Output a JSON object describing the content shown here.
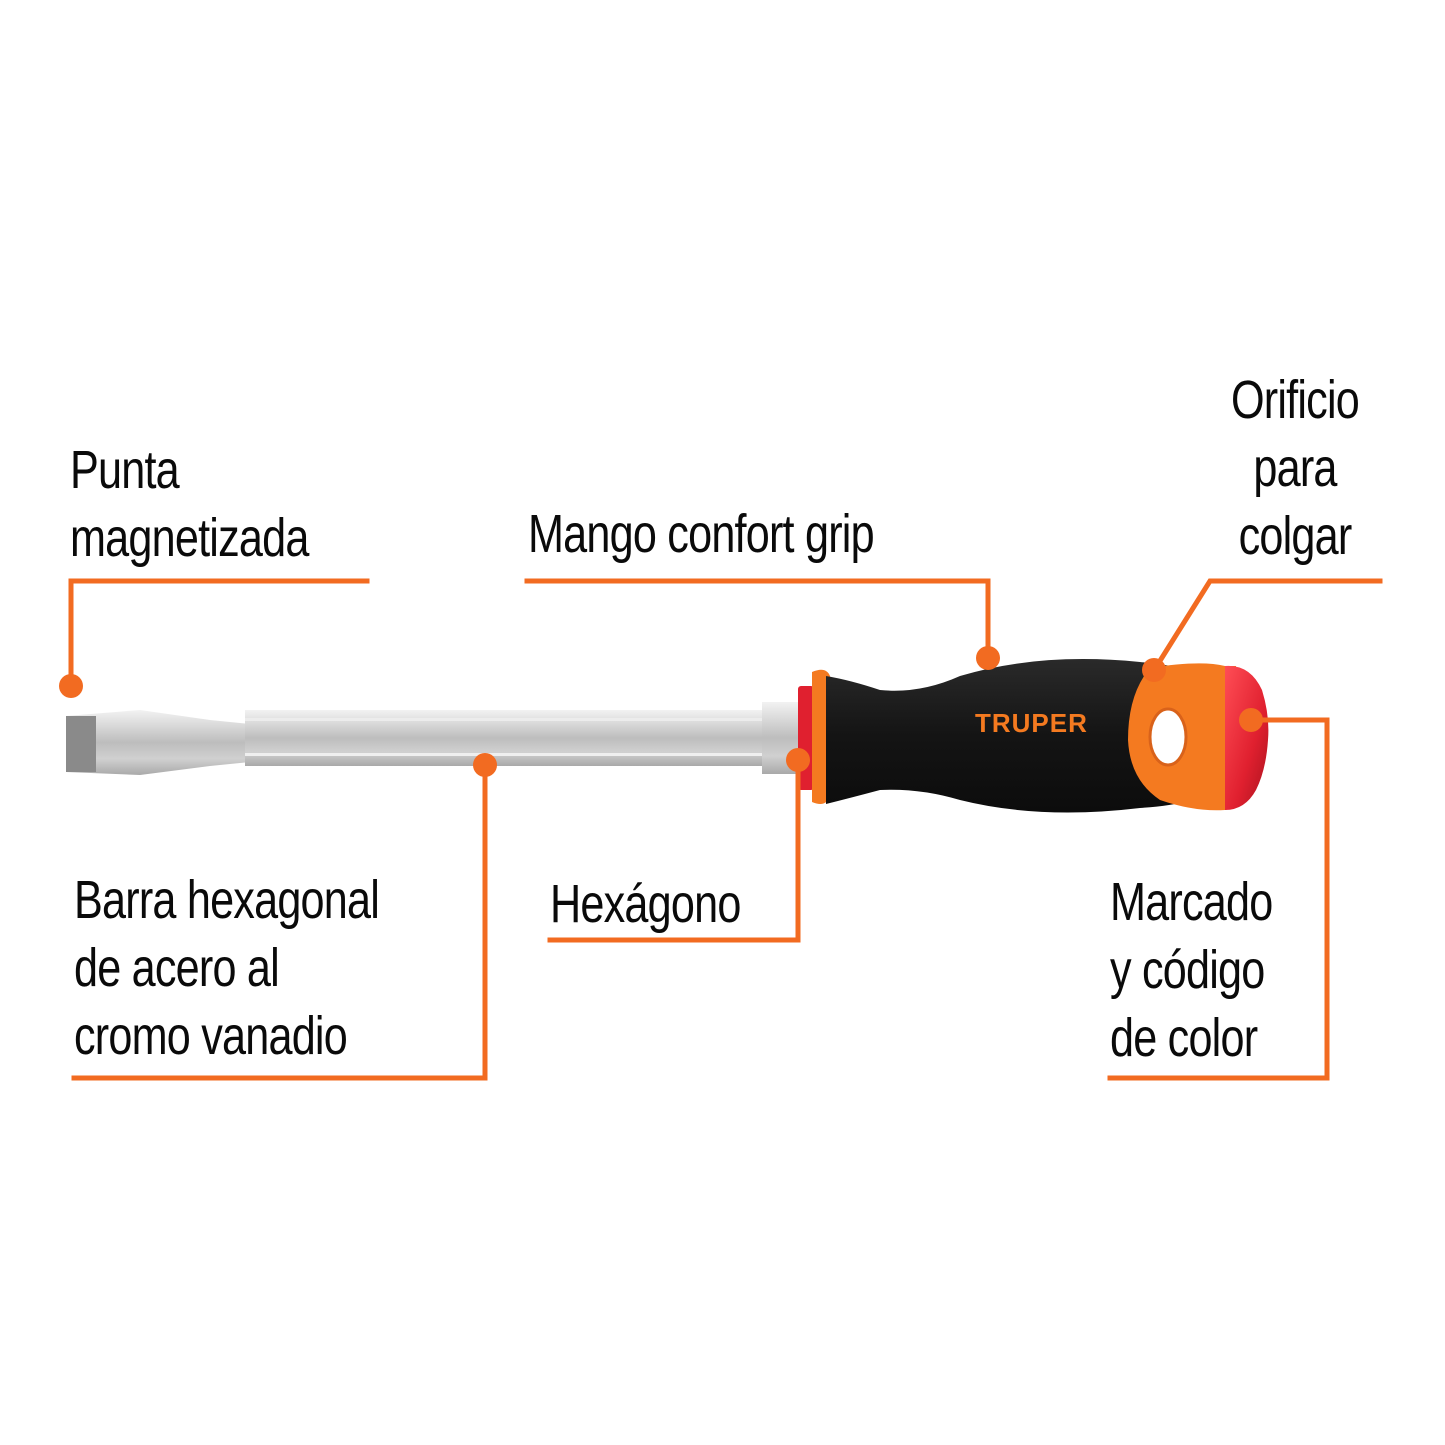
{
  "diagram": {
    "brand": "TRUPER",
    "accent_color": "#f26b21",
    "labels": {
      "tip": {
        "lines": [
          "Punta",
          "magnetizada"
        ]
      },
      "handle": {
        "lines": [
          "Mango confort grip"
        ]
      },
      "hang_hole": {
        "lines": [
          "Orificio",
          "para",
          "colgar"
        ]
      },
      "bar": {
        "lines": [
          "Barra hexagonal",
          "de acero al",
          "cromo vanadio"
        ]
      },
      "hex": {
        "lines": [
          "Hexágono"
        ]
      },
      "marking": {
        "lines": [
          "Marcado",
          "y código",
          "de color"
        ]
      }
    },
    "colors": {
      "callout": "#f26b21",
      "handle_black": "#1a1a1a",
      "handle_orange": "#f47a20",
      "cap_red": "#e0202f",
      "steel": "#c9c9c9",
      "text": "#0a0a0a"
    }
  }
}
